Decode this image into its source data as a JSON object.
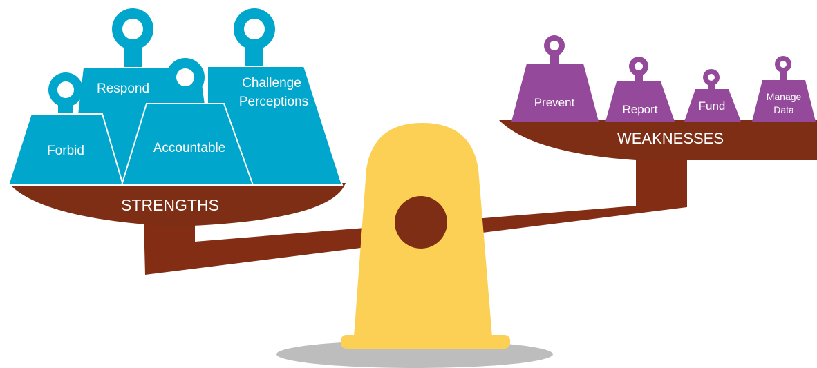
{
  "strengths": {
    "label": "STRENGTHS",
    "weights": {
      "forbid": "Forbid",
      "respond": "Respond",
      "accountable": "Accountable",
      "challenge_line1": "Challenge",
      "challenge_line2": "Perceptions"
    }
  },
  "weaknesses": {
    "label": "WEAKNESSES",
    "weights": {
      "prevent": "Prevent",
      "report": "Report",
      "fund": "Fund",
      "manage_line1": "Manage",
      "manage_line2": "Data"
    }
  },
  "colors": {
    "strength_weight": "#00A6CB",
    "weakness_weight": "#94499A",
    "pan": "#7E2E14",
    "beam": "#832D14",
    "fulcrum": "#FCD054",
    "shadow": "#BDBDBD"
  }
}
